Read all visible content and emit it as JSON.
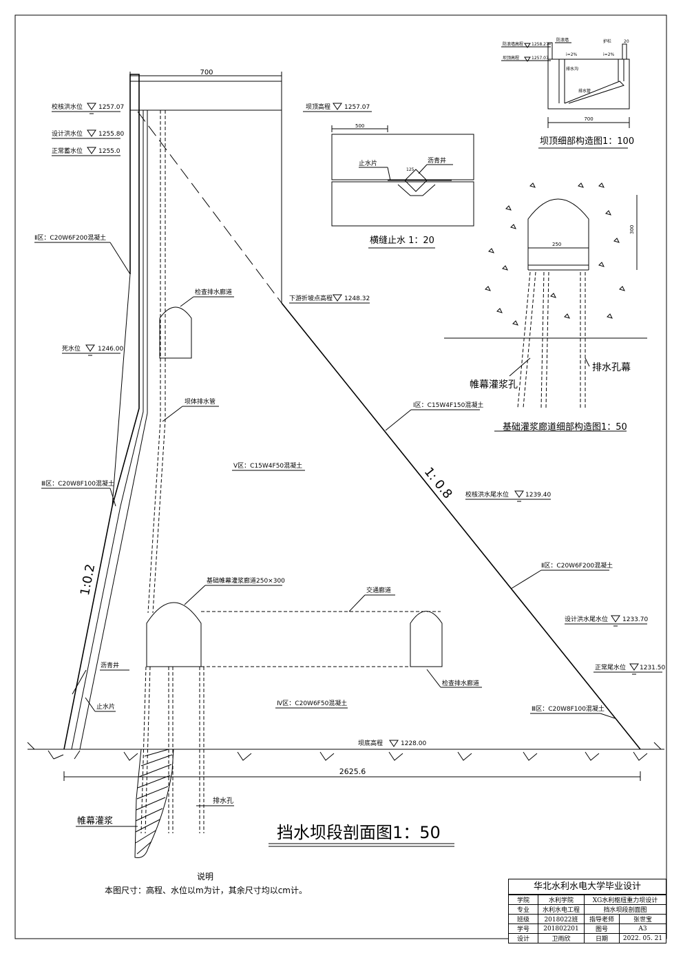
{
  "main": {
    "title": "挡水坝段剖面图1：50",
    "slope_up": "1:0.2",
    "slope_down": "1: 0.8",
    "dim_top": "700",
    "dim_base": "2625.6"
  },
  "levels": {
    "check_flood": "校核洪水位",
    "check_flood_val": "1257.07",
    "design_flood": "设计洪水位",
    "design_flood_val": "1255.80",
    "normal_pool": "正常蓄水位",
    "normal_pool_val": "1255.0",
    "dead_water": "死水位",
    "dead_water_val": "1246.00",
    "crest": "坝顶高程",
    "crest_val": "1257.07",
    "ds_break": "下游折坡点高程",
    "ds_break_val": "1248.32",
    "check_tail": "校核洪水尾水位",
    "check_tail_val": "1239.40",
    "design_tail": "设计洪水尾水位",
    "design_tail_val": "1233.70",
    "normal_tail": "正常尾水位",
    "normal_tail_val": "1231.50",
    "base": "坝底高程",
    "base_val": "1228.00"
  },
  "zones": {
    "z2_up": "Ⅱ区：C20W6F200混凝土",
    "z3_up": "Ⅲ区：C20W8F100混凝土",
    "z1": "Ⅰ区：C15W4F150混凝土",
    "z5": "Ⅴ区：C15W4F50混凝土",
    "z2_down": "Ⅱ区：C20W6F200混凝土",
    "z4": "Ⅳ区：C20W6F50混凝土",
    "z3_down": "Ⅲ区：C20W8F100混凝土"
  },
  "labels": {
    "inspect_gallery_top": "检查排水廊道",
    "drain_pipe": "坝体排水管",
    "grout_gallery": "基础帷幕灌浆廊道250×300",
    "traffic_gallery": "交通廊道",
    "inspect_gallery_bottom": "检查排水廊道",
    "asphalt_well": "沥青井",
    "waterstop": "止水片",
    "drain_hole": "排水孔",
    "curtain_grout": "帷幕灌浆"
  },
  "crest_detail": {
    "title": "坝顶细部构造图1：100",
    "wave_wall": "防浪墙",
    "wave_wall_top": "防浪墙高程",
    "wave_wall_top_val": "1258.27",
    "crest": "坝顶高程",
    "crest_val": "1257.07",
    "railing": "护栏",
    "gutter": "排水沟",
    "pipe": "排水管",
    "slope1": "i=2%",
    "slope2": "i=2%",
    "dim": "700",
    "dim_small": "20"
  },
  "joint_detail": {
    "title": "横缝止水  1：20",
    "dim": "500",
    "waterstop": "止水片",
    "asphalt_well": "沥青井",
    "small_dim": "125"
  },
  "gallery_detail": {
    "title": "基础灌浆廊道细部构造图1：50",
    "width": "250",
    "height": "300",
    "drain_curtain": "排水孔幕",
    "grout_hole": "帷幕灌浆孔"
  },
  "notes": {
    "heading": "说明",
    "text": "本图尺寸：高程、水位以m为计，其余尺寸均以cm计。"
  },
  "title_block": {
    "header": "华北水利水电大学毕业设计",
    "r1": [
      "学院",
      "水利学院",
      "XG水利枢纽重力坝设计"
    ],
    "r2": [
      "专业",
      "水利水电工程",
      "挡水坝段剖面图"
    ],
    "r3": [
      "班级",
      "2018022班",
      "指导老师",
      "张世宝"
    ],
    "r4": [
      "学号",
      "201802201",
      "图号",
      "A3"
    ],
    "r5": [
      "设计",
      "卫雨欣",
      "日期",
      "2022. 05. 21"
    ]
  }
}
